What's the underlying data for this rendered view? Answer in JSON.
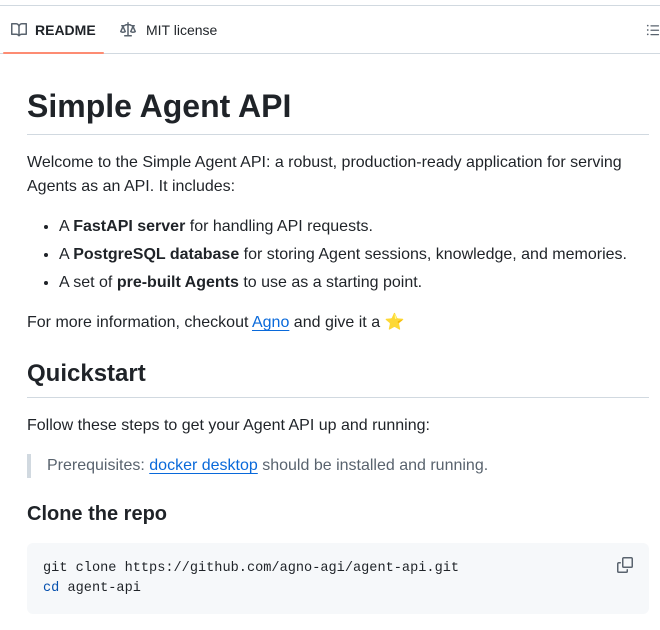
{
  "tabs": [
    {
      "label": "README",
      "icon": "book-icon",
      "active": true
    },
    {
      "label": "MIT license",
      "icon": "scale-icon",
      "active": false
    }
  ],
  "toc_icon": "list-unordered-icon",
  "readme": {
    "title": "Simple Agent API",
    "intro": "Welcome to the Simple Agent API: a robust, production-ready application for serving Agents as an API. It includes:",
    "features": [
      {
        "prefix": "A ",
        "bold": "FastAPI server",
        "suffix": " for handling API requests."
      },
      {
        "prefix": "A ",
        "bold": "PostgreSQL database",
        "suffix": " for storing Agent sessions, knowledge, and memories."
      },
      {
        "prefix": "A set of ",
        "bold": "pre-built Agents",
        "suffix": " to use as a starting point."
      }
    ],
    "more_info": {
      "prefix": "For more information, checkout ",
      "link": "Agno",
      "suffix": " and give it a ",
      "emoji": "⭐"
    },
    "quickstart": {
      "heading": "Quickstart",
      "text": "Follow these steps to get your Agent API up and running:",
      "prereq": {
        "prefix": "Prerequisites: ",
        "link": "docker desktop",
        "suffix": " should be installed and running."
      }
    },
    "clone": {
      "heading": "Clone the repo",
      "code_line1": "git clone https://github.com/agno-agi/agent-api.git",
      "code_line2_kw": "cd",
      "code_line2_rest": " agent-api",
      "copy_icon": "copy-icon"
    }
  },
  "colors": {
    "accent_tab_underline": "#fd8c73",
    "link": "#0969da",
    "code_bg": "#f6f8fa",
    "border": "#d1d9e0",
    "text": "#1f2328",
    "muted": "#59636e"
  }
}
